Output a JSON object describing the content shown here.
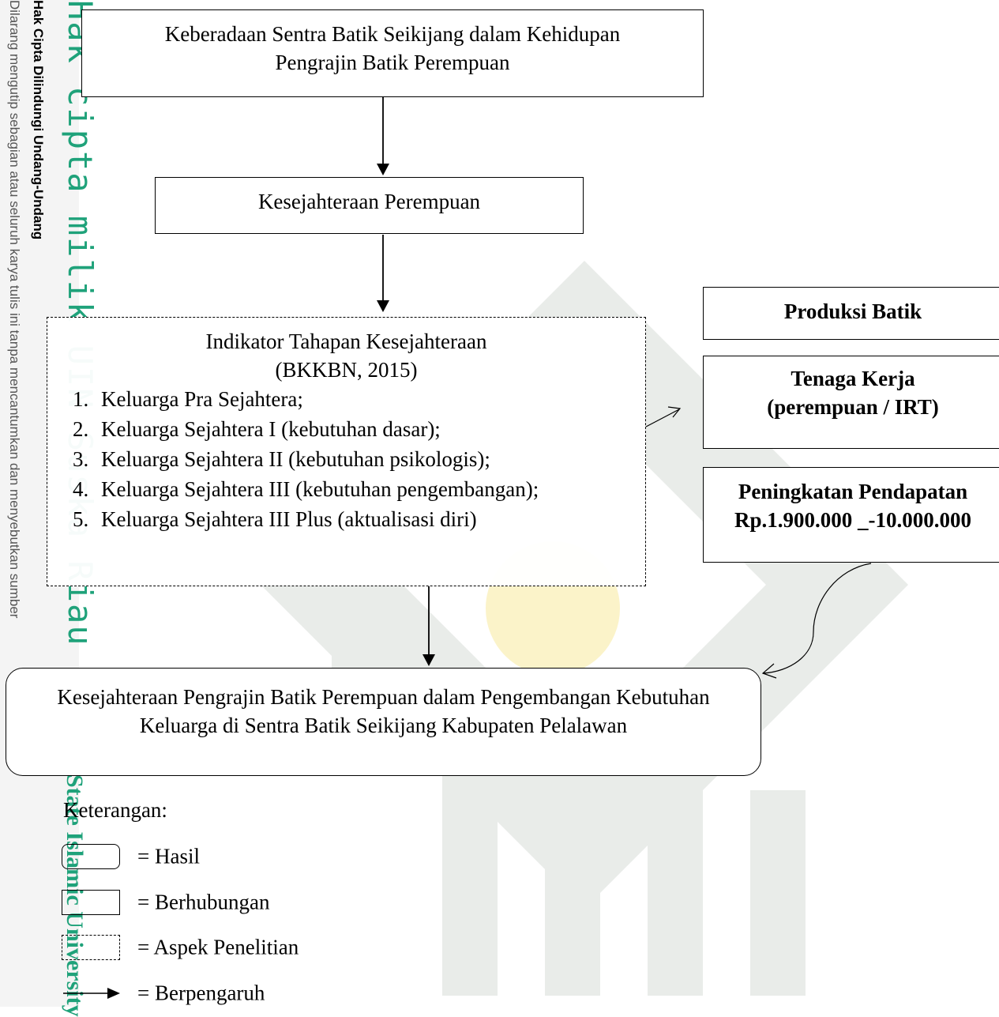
{
  "sidebar": {
    "line1": "Hak Cipta Dilindungi Undang-Undang",
    "line2": "Dilarang mengutip sebagian atau seluruh karya tulis ini tanpa mencantumkan dan menyebutkan sumber"
  },
  "watermark": {
    "vertical_text": "Hak cipta milik UIN Suska Riau",
    "vertical_text_2": "State Islamic University"
  },
  "diagram": {
    "top_box": {
      "line1": "Keberadaan Sentra Batik Seikijang dalam Kehidupan",
      "line2": "Pengrajin Batik Perempuan"
    },
    "welfare_box": "Kesejahteraan Perempuan",
    "indicator_box": {
      "title": "Indikator Tahapan Kesejahteraan",
      "source": "(BKKBN, 2015)",
      "items": [
        "Keluarga Pra Sejahtera;",
        "Keluarga Sejahtera I (kebutuhan dasar);",
        "Keluarga Sejahtera II (kebutuhan psikologis);",
        "Keluarga Sejahtera III (kebutuhan pengembangan);",
        "Keluarga Sejahtera III Plus (aktualisasi diri)"
      ]
    },
    "side_boxes": {
      "production": "Produksi Batik",
      "labor_line1": "Tenaga Kerja",
      "labor_line2": "(perempuan / IRT)",
      "income_line1": "Peningkatan Pendapatan",
      "income_line2": "Rp.1.900.000 _-10.000.000"
    },
    "result_box": {
      "line1": "Kesejahteraan Pengrajin Batik Perempuan dalam Pengembangan Kebutuhan",
      "line2": "Keluarga di Sentra Batik Seikijang Kabupaten Pelalawan"
    }
  },
  "legend": {
    "title": "Keterangan:",
    "items": [
      {
        "symbol": "rounded",
        "label": "= Hasil"
      },
      {
        "symbol": "rect",
        "label": "= Berhubungan"
      },
      {
        "symbol": "dashed",
        "label": "= Aspek Penelitian"
      },
      {
        "symbol": "arrow",
        "label": "= Berpengaruh"
      }
    ]
  },
  "colors": {
    "watermark_green": "#1fa27a",
    "watermark_logo": "#e9ece9",
    "watermark_yellow": "#fbf3c9"
  }
}
